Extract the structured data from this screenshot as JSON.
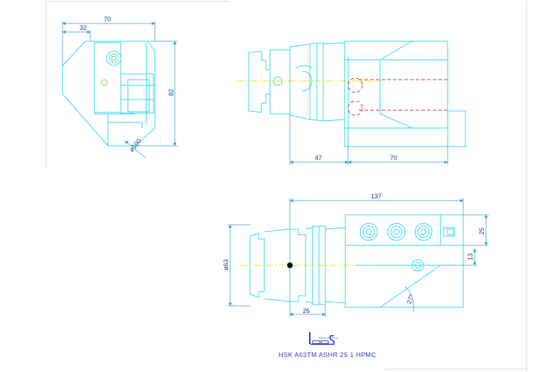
{
  "views": {
    "top_left": {
      "dim_width": "70",
      "dim_offset": "32",
      "dim_height": "82",
      "dim_diameter": "ø100"
    },
    "top_right": {
      "dim_shank": "47",
      "dim_body": "70"
    },
    "bottom": {
      "dim_length": "137",
      "dim_diameter": "ø63",
      "dim_flange": "26",
      "dim_width": "25",
      "dim_height": "13",
      "dim_angle": "27°"
    }
  },
  "title_block": {
    "part_number": "HSK A63TM ASHR 25 1 HPMC",
    "logo_caption": "Member DIC Group"
  },
  "colors": {
    "geometry": "#33d6ef",
    "dimension": "#3a9ccc",
    "hidden": "#e03030",
    "centerline": "#e6e600",
    "text": "#1a3aa0"
  }
}
